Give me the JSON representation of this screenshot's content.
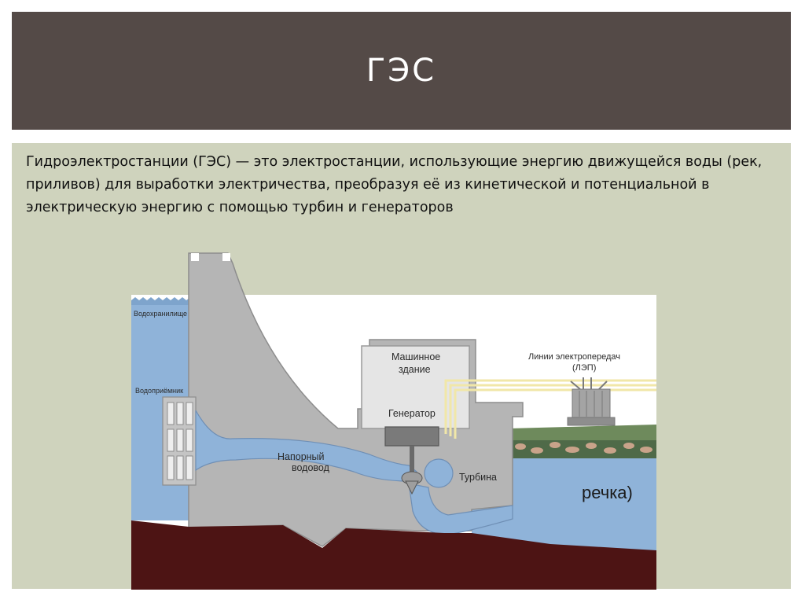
{
  "slide": {
    "title": "ГЭС",
    "description": "Гидроэлектростанции (ГЭС) — это электростанции, использующие энергию движущейся воды (рек, приливов) для выработки электричества, преобразуя её из кинетической и потенциальной в электрическую энергию с помощью турбин и генераторов"
  },
  "diagram": {
    "labels": {
      "reservoir": "Водохранилище",
      "intake": "Водоприёмник",
      "machine_hall_1": "Машинное",
      "machine_hall_2": "здание",
      "generator": "Генератор",
      "penstock_1": "Напорный",
      "penstock_2": "водовод",
      "turbine": "Турбина",
      "power_lines_1": "Линии электропередач",
      "power_lines_2": "(ЛЭП)",
      "river": "речка)"
    },
    "colors": {
      "water": "#8fb3d9",
      "concrete": "#b5b5b5",
      "ground": "#4d1414",
      "lines": "#f1e7a8"
    }
  }
}
